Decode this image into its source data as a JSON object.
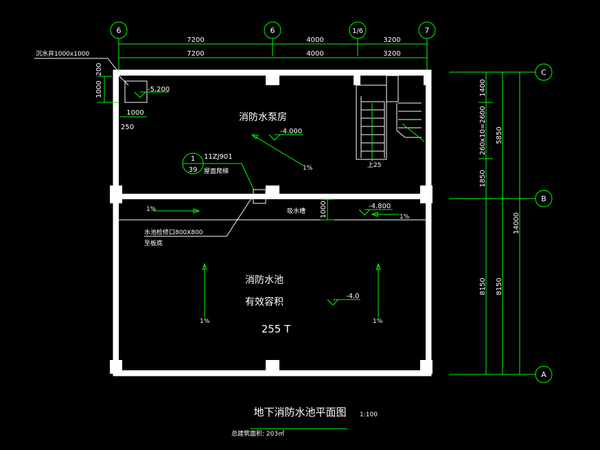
{
  "drawing": {
    "title": "地下消防水池平面图",
    "scale": "1:100",
    "area_note": "总建筑面积: 203㎡",
    "colors": {
      "background": "#000000",
      "dimension": "#00ff00",
      "wall": "#ffffff"
    }
  },
  "axes": {
    "vertical": [
      "6",
      "6",
      "1/6",
      "7"
    ],
    "horizontal": [
      "C",
      "B",
      "A"
    ]
  },
  "dimensions": {
    "top_row1": [
      "7200",
      "4000",
      "3200"
    ],
    "top_row2": [
      "7200",
      "4000",
      "3200"
    ],
    "right_inner": [
      "1400",
      "260x10=2600",
      "1850",
      "8150"
    ],
    "right_middle": [
      "5850",
      "8150"
    ],
    "right_total": "14000",
    "sump_offset": "200",
    "sump_height": "1000",
    "sump_width": "1000",
    "sump_wall": "250",
    "trench_width": "1000"
  },
  "rooms": {
    "pump_room": "消防水泵房",
    "pool_name": "消防水池",
    "pool_capacity_label": "有效容积",
    "pool_capacity": "255 T",
    "suction_trench": "吸水槽"
  },
  "levels": {
    "sump": "-5.200",
    "pump_room": "-4.000",
    "trench": "-4.800",
    "pool": "-4.0"
  },
  "annotations": {
    "sump_label": "沉水井1000x1000",
    "detail_top": "1",
    "detail_bottom": "39",
    "detail_ref": "11ZJ901",
    "detail_name": "屋面爬梯",
    "hatch_label": "水池检修口800X800",
    "hatch_sub": "至板底",
    "stair_up": "上25",
    "slope": "1%"
  }
}
